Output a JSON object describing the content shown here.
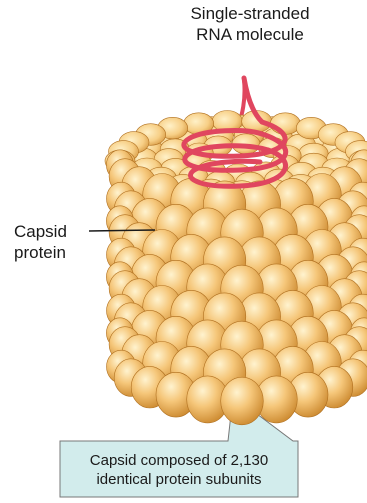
{
  "labels": {
    "rna_line1": "Single-stranded",
    "rna_line2": "RNA molecule",
    "capsid_line1": "Capsid",
    "capsid_line2": "protein",
    "callout_line1": "Capsid composed of 2,130",
    "callout_line2": "identical protein subunits"
  },
  "colors": {
    "subunit_light": "#fce2a4",
    "subunit_mid": "#f2b966",
    "subunit_dark": "#c98528",
    "rna": "#e0465f",
    "callout_fill": "#d2ecec",
    "callout_stroke": "#777777"
  }
}
